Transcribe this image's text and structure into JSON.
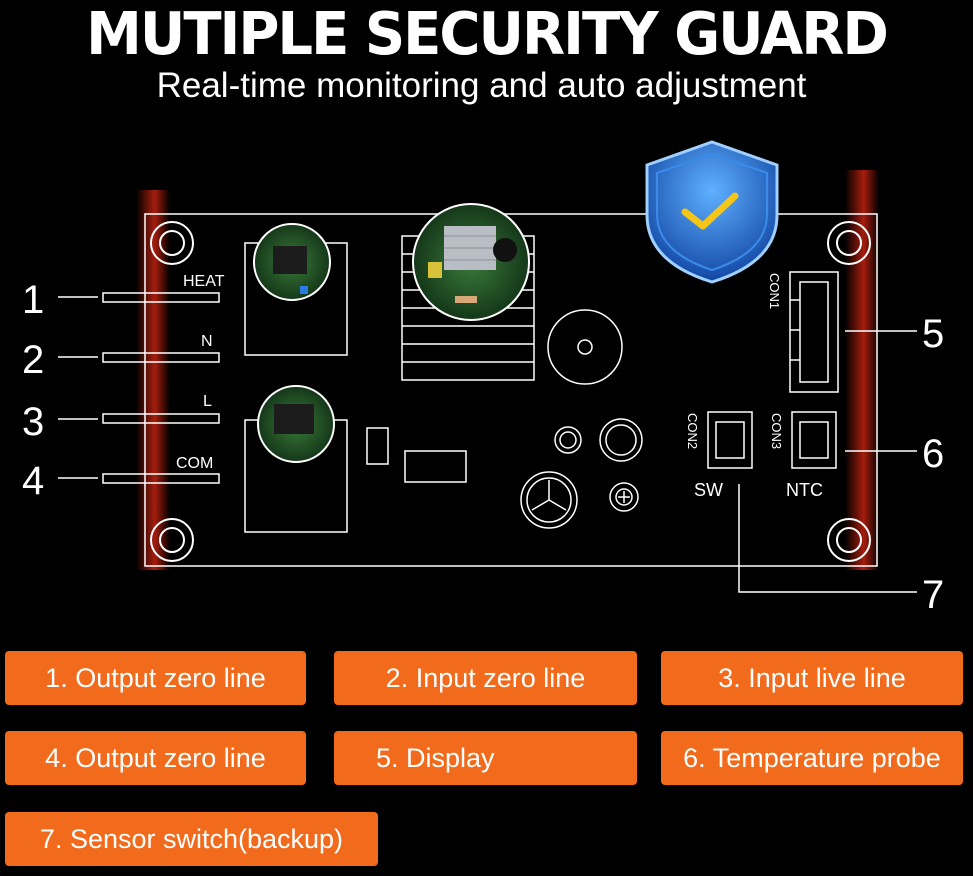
{
  "header": {
    "title": "MUTIPLE SECURITY GUARD",
    "subtitle": "Real-time monitoring and auto adjustment"
  },
  "board": {
    "pins": [
      "HEAT",
      "N",
      "L",
      "COM"
    ],
    "connectors": [
      "CON1",
      "CON2",
      "CON3"
    ],
    "ports": [
      "SW",
      "NTC"
    ],
    "callouts": [
      "1",
      "2",
      "3",
      "4",
      "5",
      "6",
      "7"
    ]
  },
  "legend": [
    "1.  Output zero line",
    "2.  Input zero line",
    "3.  Input live line",
    "4.  Output zero line",
    "5.  Display",
    "6.  Temperature probe",
    "7.  Sensor switch(backup)"
  ],
  "colors": {
    "accent": "#f26a1b",
    "glow": "#ff3a1a",
    "shield": "#1f6fd6",
    "check": "#f5c518"
  }
}
